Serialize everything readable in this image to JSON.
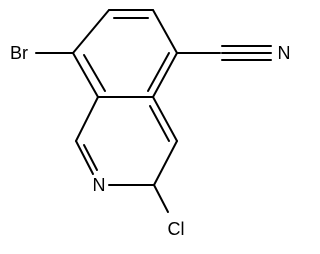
{
  "molecule": {
    "atoms": {
      "bromine": "Br",
      "nitrile_nitrogen": "N",
      "ring_nitrogen": "N",
      "chlorine": "Cl"
    },
    "bond_color": "#000000",
    "label_color": "#000000",
    "background": "#ffffff"
  }
}
